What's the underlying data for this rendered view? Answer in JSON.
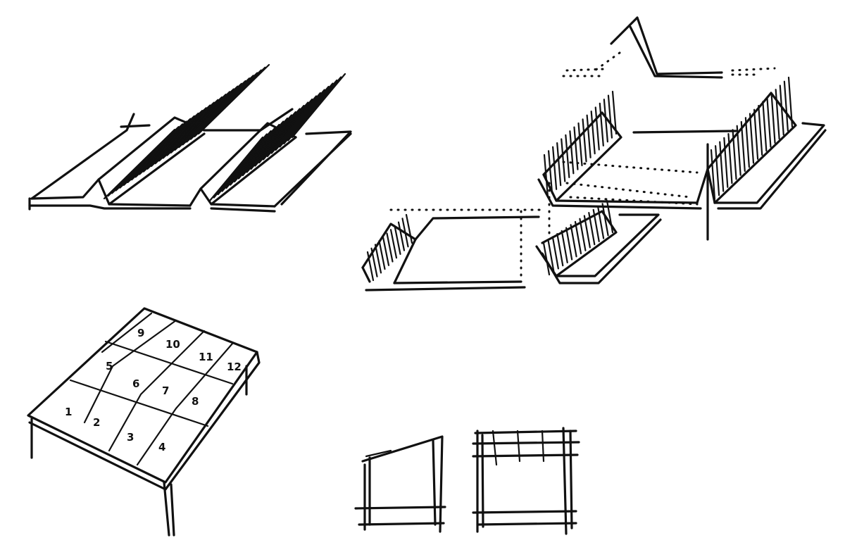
{
  "sketches": [
    {
      "id": "corrugated-roof-perspective"
    },
    {
      "id": "sawtooth-roof-modules"
    },
    {
      "id": "sawtooth-roof-section-detail"
    },
    {
      "id": "numbered-roof-panel-grid"
    },
    {
      "id": "single-module-elevation"
    },
    {
      "id": "framed-module-elevation"
    }
  ],
  "panel_numbers": [
    "9",
    "10",
    "11",
    "12",
    "5",
    "6",
    "7",
    "8",
    "1",
    "2",
    "3",
    "4"
  ],
  "colors": {
    "ink": "#111111",
    "paper": "#ffffff"
  }
}
